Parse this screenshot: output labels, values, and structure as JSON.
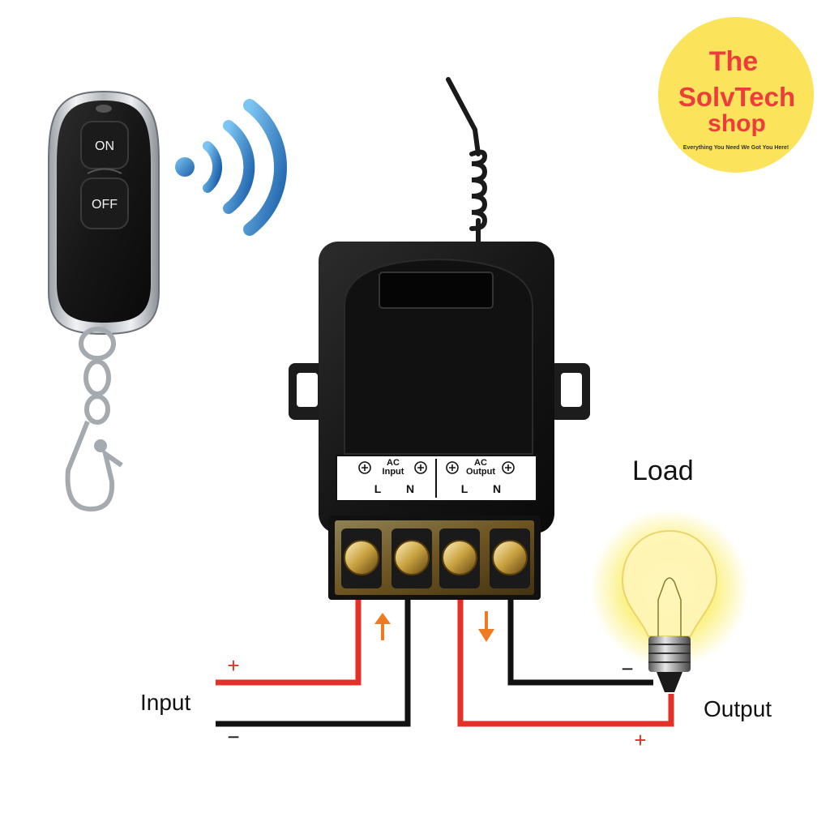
{
  "remote": {
    "on_label": "ON",
    "off_label": "OFF"
  },
  "module": {
    "ac_input_line1": "AC",
    "ac_input_line2": "Input",
    "ac_output_line1": "AC",
    "ac_output_line2": "Output",
    "terminal_labels": [
      "L",
      "N",
      "L",
      "N"
    ]
  },
  "labels": {
    "load": "Load",
    "input": "Input",
    "output": "Output",
    "input_plus": "+",
    "input_minus": "−",
    "output_plus": "+",
    "output_minus": "−"
  },
  "badge": {
    "line1": "The",
    "line2": "SolvTech",
    "line3": "shop",
    "tagline": "Everything You Need We Got You Here!"
  },
  "colors": {
    "wire_red": "#e53027",
    "wire_black": "#111111",
    "arrow_orange": "#f07a22",
    "badge_yellow": "#fbe35c",
    "badge_text": "#ee3c3c",
    "wifi_blue": "#1f7fd0"
  }
}
